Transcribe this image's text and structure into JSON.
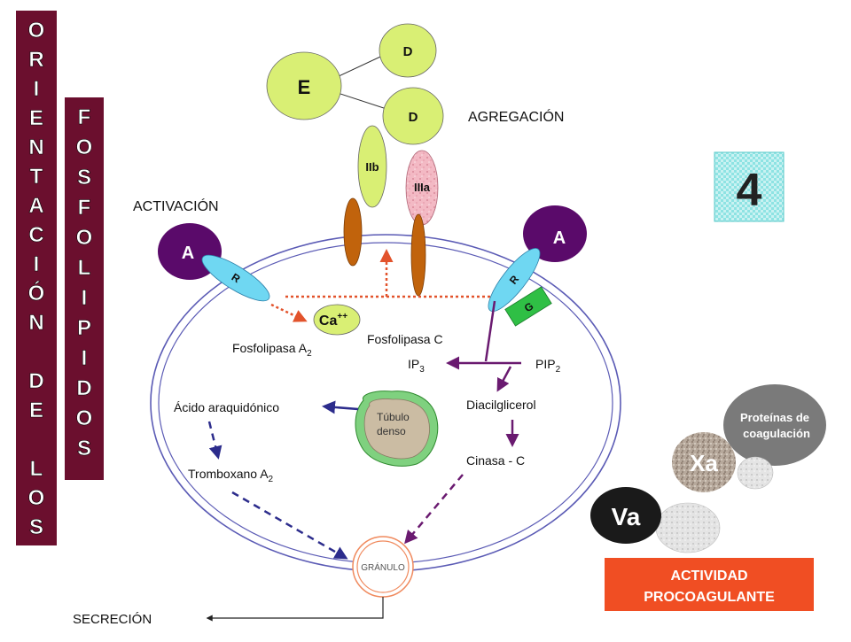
{
  "side_titles": {
    "orientacion": [
      "O",
      "R",
      "I",
      "E",
      "N",
      "T",
      "A",
      "C",
      "I",
      "Ó",
      "N",
      "",
      "D",
      "E",
      "",
      "L",
      "O",
      "S"
    ],
    "fosfolipidos": [
      "F",
      "O",
      "S",
      "F",
      "O",
      "L",
      "I",
      "P",
      "I",
      "D",
      "O",
      "S"
    ]
  },
  "colors": {
    "side_bar": "#6b0f2e",
    "light_green": "#d9ef74",
    "dark_purple": "#5a0a6a",
    "receptor_blue": "#6fd7f2",
    "g_protein": "#2fbf45",
    "brown": "#c1630c",
    "membrane": "#5b5bb5",
    "granulo": "#f08a5e",
    "arrow_red": "#e2532c",
    "arrow_purple": "#6a1a70",
    "arrow_navy": "#2c2c8c",
    "badge_bg": "#6ee0e0",
    "actividad_bg": "#f04e23",
    "tubulo_outer": "#7fd17f",
    "tubulo_inner": "#cbbca3"
  },
  "labels": {
    "d_top": "D",
    "e": "E",
    "d_mid": "D",
    "agregacion": "AGREGACIÓN",
    "iib": "IIb",
    "iiia": "IIIa",
    "activacion": "ACTIVACIÓN",
    "a_left": "A",
    "a_right": "A",
    "r_left": "R",
    "r_right": "R",
    "g": "G",
    "ca": "Ca",
    "ca_sup": "++",
    "fosfolipasa_c": "Fosfolipasa C",
    "fosfolipasa_a": "Fosfolipasa A",
    "fosfolipasa_a_sub": "2",
    "ip": "IP",
    "ip_sub": "3",
    "pip": "PIP",
    "pip_sub": "2",
    "acido": "Ácido araquidónico",
    "tubulo_1": "Túbulo",
    "tubulo_2": "denso",
    "diacilglicerol": "Diacilglicerol",
    "cinasa": "Cinasa - C",
    "tromboxano": "Tromboxano A",
    "tromboxano_sub": "2",
    "granulo": "GRÁNULO",
    "secrecion": "SECRECIÓN",
    "badge": "4",
    "proteinas_1": "Proteínas de",
    "proteinas_2": "coagulación",
    "xa": "Xa",
    "va": "Va",
    "actividad_1": "ACTIVIDAD",
    "actividad_2": "PROCOAGULANTE"
  }
}
